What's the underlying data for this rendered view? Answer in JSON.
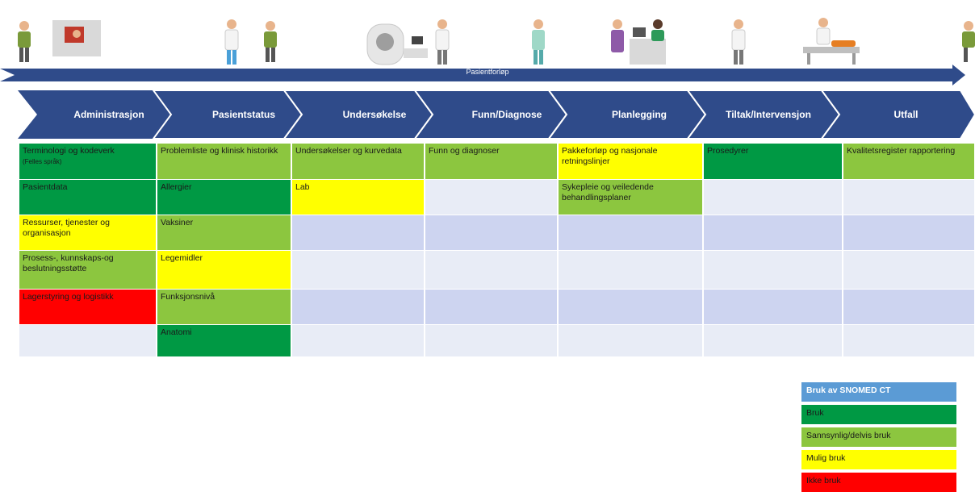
{
  "timeline": {
    "label": "Pasientforløp"
  },
  "stages": [
    "Administrasjon",
    "Pasientstatus",
    "Undersøkelse",
    "Funn/Diagnose",
    "Planlegging",
    "Tiltak/Intervensjon",
    "Utfall"
  ],
  "colors": {
    "bruk": "#009944",
    "sannsynlig": "#8cc63f",
    "mulig": "#ffff00",
    "ikke": "#ff0000",
    "empty_light": "#e8ecf6",
    "empty_blue": "#cdd4f0",
    "legend_header": "#5b9bd5",
    "arrow": "#2f4b8a"
  },
  "columns": [
    {
      "name": "Administrasjon",
      "cells": [
        {
          "text": "Terminologi og kodeverk",
          "sub": "(Felles språk)",
          "status": "bruk"
        },
        {
          "text": "Pasientdata",
          "status": "bruk"
        },
        {
          "text": "Ressurser, tjenester og organisasjon",
          "status": "mulig"
        },
        {
          "text": "Prosess-, kunnskaps-og beslutningsstøtte",
          "status": "sannsynlig"
        },
        {
          "text": "Lagerstyring og logistikk",
          "status": "ikke"
        },
        {
          "text": "",
          "status": "empty_light"
        }
      ]
    },
    {
      "name": "Pasientstatus",
      "cells": [
        {
          "text": "Problemliste og klinisk historikk",
          "status": "sannsynlig"
        },
        {
          "text": "Allergier",
          "status": "bruk"
        },
        {
          "text": "Vaksiner",
          "status": "sannsynlig"
        },
        {
          "text": "Legemidler",
          "status": "mulig"
        },
        {
          "text": "Funksjonsnivå",
          "status": "sannsynlig"
        },
        {
          "text": "Anatomi",
          "status": "bruk"
        }
      ]
    },
    {
      "name": "Undersøkelse",
      "cells": [
        {
          "text": "Undersøkelser og kurvedata",
          "status": "sannsynlig"
        },
        {
          "text": "Lab",
          "status": "mulig"
        },
        {
          "text": "",
          "status": "empty_blue"
        },
        {
          "text": "",
          "status": "empty_light"
        },
        {
          "text": "",
          "status": "empty_blue"
        },
        {
          "text": "",
          "status": "empty_light"
        }
      ]
    },
    {
      "name": "Funn/Diagnose",
      "cells": [
        {
          "text": "Funn og diagnoser",
          "status": "sannsynlig"
        },
        {
          "text": "",
          "status": "empty_light"
        },
        {
          "text": "",
          "status": "empty_blue"
        },
        {
          "text": "",
          "status": "empty_light"
        },
        {
          "text": "",
          "status": "empty_blue"
        },
        {
          "text": "",
          "status": "empty_light"
        }
      ]
    },
    {
      "name": "Planlegging",
      "cells": [
        {
          "text": "Pakkeforløp og nasjonale retningslinjer",
          "status": "mulig"
        },
        {
          "text": "Sykepleie og veiledende behandlingsplaner",
          "status": "sannsynlig"
        },
        {
          "text": "",
          "status": "empty_blue"
        },
        {
          "text": "",
          "status": "empty_light"
        },
        {
          "text": "",
          "status": "empty_blue"
        },
        {
          "text": "",
          "status": "empty_light"
        }
      ]
    },
    {
      "name": "Tiltak/Intervensjon",
      "cells": [
        {
          "text": "Prosedyrer",
          "status": "bruk"
        },
        {
          "text": "",
          "status": "empty_light"
        },
        {
          "text": "",
          "status": "empty_blue"
        },
        {
          "text": "",
          "status": "empty_light"
        },
        {
          "text": "",
          "status": "empty_blue"
        },
        {
          "text": "",
          "status": "empty_light"
        }
      ]
    },
    {
      "name": "Utfall",
      "cells": [
        {
          "text": "Kvalitetsregister rapportering",
          "status": "sannsynlig"
        },
        {
          "text": "",
          "status": "empty_light"
        },
        {
          "text": "",
          "status": "empty_blue"
        },
        {
          "text": "",
          "status": "empty_light"
        },
        {
          "text": "",
          "status": "empty_blue"
        },
        {
          "text": "",
          "status": "empty_light"
        }
      ]
    }
  ],
  "legend": {
    "title": "Bruk av SNOMED CT",
    "items": [
      {
        "label": "Bruk",
        "status": "bruk"
      },
      {
        "label": "Sannsynlig/delvis bruk",
        "status": "sannsynlig"
      },
      {
        "label": "Mulig bruk",
        "status": "mulig"
      },
      {
        "label": "Ikke bruk",
        "status": "ikke"
      }
    ]
  }
}
